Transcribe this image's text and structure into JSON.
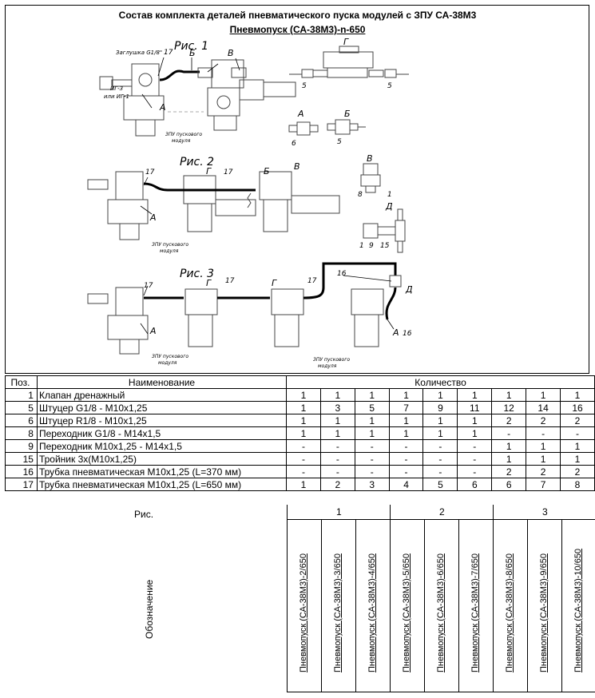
{
  "title": {
    "line1": "Состав комплекта деталей пневматического пуска модулей с ЗПУ СА-38М3",
    "line2": "Пневмопуск (СА-38М3)-n-650"
  },
  "drawing": {
    "fig1": "Рис. 1",
    "fig2": "Рис. 2",
    "fig3": "Рис. 3",
    "zaglushka": "Заглушка G1/8\"",
    "ig": "ИГ-3",
    "ili": "или ИГ-1",
    "zpu1": "ЗПУ пускового",
    "zpu2": "модуля",
    "a": "А",
    "b": "Б",
    "v": "В",
    "g": "Г",
    "d": "Д",
    "n17": "17",
    "n16": "16",
    "n5": "5",
    "n6": "6",
    "n8": "8",
    "n1": "1",
    "n9": "9",
    "n15": "15"
  },
  "table": {
    "header": {
      "poz": "Поз.",
      "name": "Наименование",
      "qty": "Количество"
    },
    "rows": [
      {
        "poz": "1",
        "name": "Клапан дренажный",
        "q": [
          "1",
          "1",
          "1",
          "1",
          "1",
          "1",
          "1",
          "1",
          "1"
        ]
      },
      {
        "poz": "5",
        "name": "Штуцер G1/8 - М10х1,25",
        "q": [
          "1",
          "3",
          "5",
          "7",
          "9",
          "11",
          "12",
          "14",
          "16"
        ]
      },
      {
        "poz": "6",
        "name": "Штуцер R1/8 - M10x1,25",
        "q": [
          "1",
          "1",
          "1",
          "1",
          "1",
          "1",
          "2",
          "2",
          "2"
        ]
      },
      {
        "poz": "8",
        "name": "Переходник G1/8 - М14х1,5",
        "q": [
          "1",
          "1",
          "1",
          "1",
          "1",
          "1",
          "-",
          "-",
          "-"
        ]
      },
      {
        "poz": "9",
        "name": "Переходник М10х1,25 - М14х1,5",
        "q": [
          "-",
          "-",
          "-",
          "-",
          "-",
          "-",
          "1",
          "1",
          "1"
        ]
      },
      {
        "poz": "15",
        "name": "Тройник 3х(М10х1,25)",
        "q": [
          "-",
          "-",
          "-",
          "-",
          "-",
          "-",
          "1",
          "1",
          "1"
        ]
      },
      {
        "poz": "16",
        "name": "Трубка пневматическая М10х1,25 (L=370 мм)",
        "q": [
          "-",
          "-",
          "-",
          "-",
          "-",
          "-",
          "2",
          "2",
          "2"
        ]
      },
      {
        "poz": "17",
        "name": "Трубка пневматическая М10х1,25 (L=650 мм)",
        "q": [
          "1",
          "2",
          "3",
          "4",
          "5",
          "6",
          "6",
          "7",
          "8"
        ]
      }
    ],
    "ris_label": "Рис.",
    "ris_groups": [
      "1",
      "2",
      "3"
    ],
    "oboznachenie": "Обозначение",
    "designations": [
      "Пневмопуск (СА-38М3)-2/650",
      "Пневмопуск (СА-38М3)-3/650",
      "Пневмопуск (СА-38М3)-4/650",
      "Пневмопуск (СА-38М3)-5/650",
      "Пневмопуск (СА-38М3)-6/650",
      "Пневмопуск (СА-38М3)-7/650",
      "Пневмопуск (СА-38М3)-8/650",
      "Пневмопуск (СА-38М3)-9/650",
      "Пневмопуск (СА-38М3)-10/650"
    ]
  }
}
